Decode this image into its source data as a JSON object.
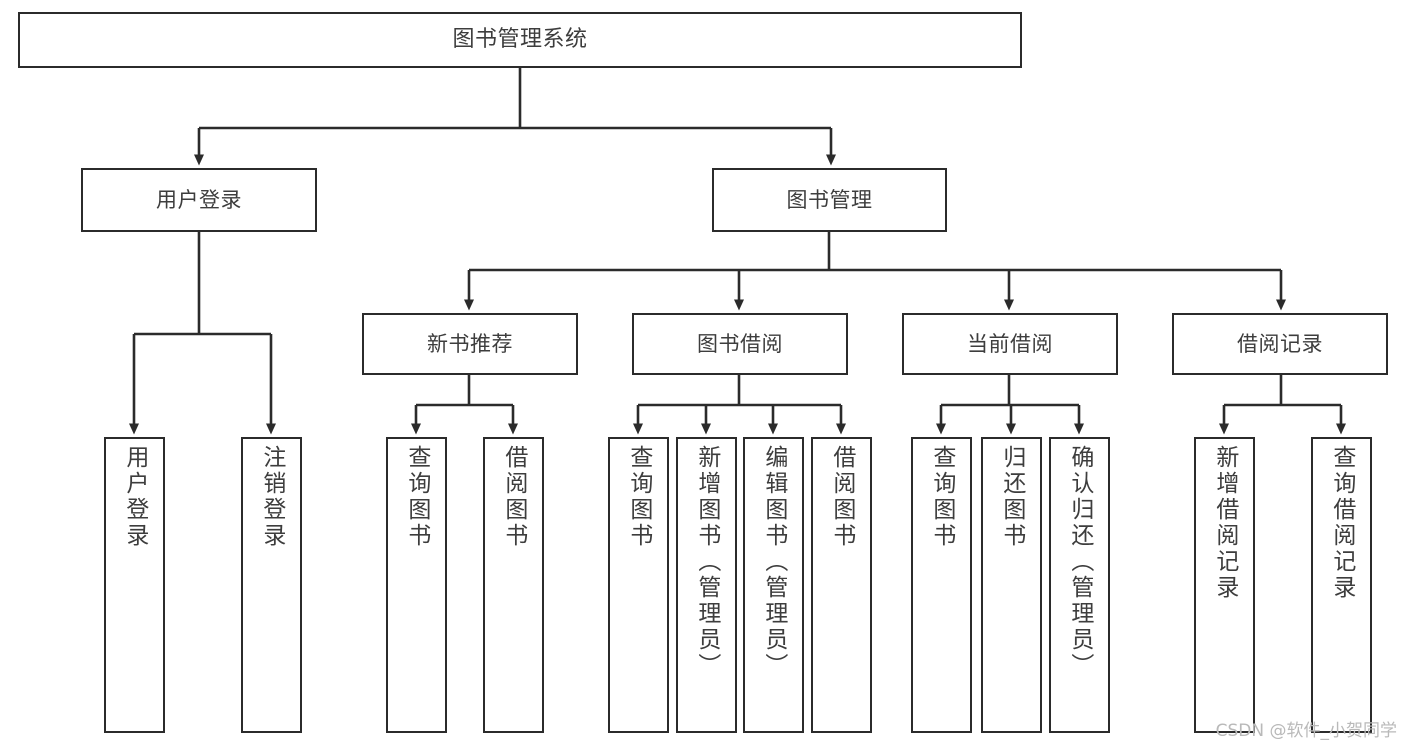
{
  "diagram": {
    "type": "tree",
    "title": "图书管理系统",
    "watermark": "CSDN @软件_小贺同学",
    "colors": {
      "box_border": "#2b2b2b",
      "box_fill": "#ffffff",
      "text": "#3d3d3d",
      "connector": "#2b2b2b",
      "watermark": "#b9b9b9",
      "background": "#ffffff"
    },
    "nodes": {
      "root": {
        "label": "图书管理系统"
      },
      "level1": [
        {
          "label": "用户登录"
        },
        {
          "label": "图书管理"
        }
      ],
      "level2": [
        {
          "label": "新书推荐"
        },
        {
          "label": "图书借阅"
        },
        {
          "label": "当前借阅"
        },
        {
          "label": "借阅记录"
        }
      ],
      "leaves": {
        "user_login": [
          {
            "label": "用户登录"
          },
          {
            "label": "注销登录"
          }
        ],
        "new_book_recommend": [
          {
            "label": "查询图书"
          },
          {
            "label": "借阅图书"
          }
        ],
        "book_borrow": [
          {
            "label": "查询图书"
          },
          {
            "label": "新增图书（管理员）"
          },
          {
            "label": "编辑图书（管理员）"
          },
          {
            "label": "借阅图书"
          }
        ],
        "current_borrow": [
          {
            "label": "查询图书"
          },
          {
            "label": "归还图书"
          },
          {
            "label": "确认归还（管理员）"
          }
        ],
        "borrow_record": [
          {
            "label": "新增借阅记录"
          },
          {
            "label": "查询借阅记录"
          }
        ]
      }
    }
  }
}
